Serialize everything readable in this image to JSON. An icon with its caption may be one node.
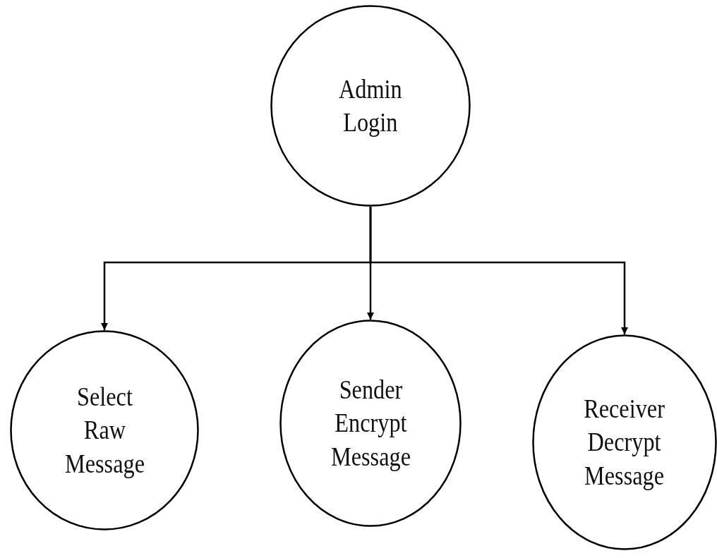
{
  "diagram": {
    "nodes": [
      {
        "text": [
          "Admin Login"
        ]
      },
      {
        "text": [
          "Select Raw Message"
        ]
      },
      {
        "text": [
          "Sender Encrypt Message"
        ]
      },
      {
        "text": [
          "Receiver Decrypt Message"
        ]
      }
    ],
    "edges": [
      {
        "from": 0,
        "to": 1,
        "arrow": "to"
      },
      {
        "from": 0,
        "to": 2,
        "arrow": "to"
      },
      {
        "from": 0,
        "to": 3,
        "arrow": "to"
      }
    ]
  }
}
